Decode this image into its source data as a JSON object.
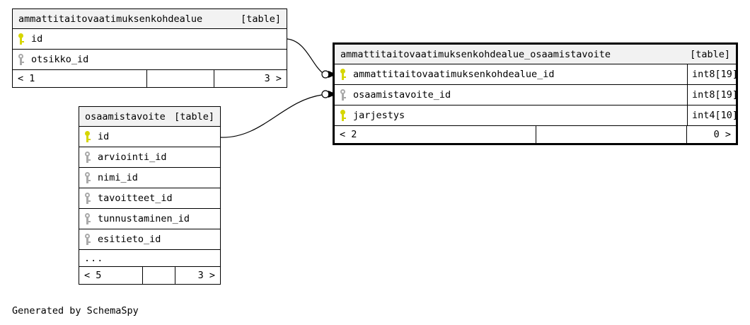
{
  "diagram": {
    "type": "entity-relationship",
    "footer_note": "Generated by SchemaSpy",
    "table_tag": "[table]",
    "ellipsis": "...",
    "colors": {
      "primary_key_icon": "#d6d600",
      "foreign_key_icon": "#a9a9a9",
      "header_background": "#f2f2f2",
      "border": "#000000",
      "background": "#ffffff"
    }
  },
  "tables": [
    {
      "id": "ammattitaitovaatimuksenkohdealue",
      "name": "ammattitaitovaatimuksenkohdealue",
      "tag": "[table]",
      "focused": false,
      "columns": [
        {
          "name": "id",
          "key": "primary",
          "type": ""
        },
        {
          "name": "otsikko_id",
          "key": "foreign",
          "type": ""
        }
      ],
      "footer": {
        "left": "< 1",
        "middle": "",
        "right": "3 >"
      }
    },
    {
      "id": "osaamistavoite",
      "name": "osaamistavoite",
      "tag": "[table]",
      "focused": false,
      "columns": [
        {
          "name": "id",
          "key": "primary",
          "type": ""
        },
        {
          "name": "arviointi_id",
          "key": "foreign",
          "type": ""
        },
        {
          "name": "nimi_id",
          "key": "foreign",
          "type": ""
        },
        {
          "name": "tavoitteet_id",
          "key": "foreign",
          "type": ""
        },
        {
          "name": "tunnustaminen_id",
          "key": "foreign",
          "type": ""
        },
        {
          "name": "esitieto_id",
          "key": "foreign",
          "type": ""
        }
      ],
      "more_indicator": "...",
      "footer": {
        "left": "< 5",
        "middle": "",
        "right": "3 >"
      }
    },
    {
      "id": "ammattitaitovaatimuksenkohdealue_osaamistavoite",
      "name": "ammattitaitovaatimuksenkohdealue_osaamistavoite",
      "tag": "[table]",
      "focused": true,
      "columns": [
        {
          "name": "ammattitaitovaatimuksenkohdealue_id",
          "key": "primary",
          "type": "int8[19]"
        },
        {
          "name": "osaamistavoite_id",
          "key": "foreign",
          "type": "int8[19]"
        },
        {
          "name": "jarjestys",
          "key": "primary",
          "type": "int4[10]"
        }
      ],
      "footer": {
        "left": "< 2",
        "middle": "",
        "right": "0 >"
      }
    }
  ],
  "relationships": [
    {
      "from_table": "ammattitaitovaatimuksenkohdealue",
      "from_column": "id",
      "to_table": "ammattitaitovaatimuksenkohdealue_osaamistavoite",
      "to_column": "ammattitaitovaatimuksenkohdealue_id",
      "end_marker": "crows-foot-zero-or-many"
    },
    {
      "from_table": "osaamistavoite",
      "from_column": "id",
      "to_table": "ammattitaitovaatimuksenkohdealue_osaamistavoite",
      "to_column": "osaamistavoite_id",
      "end_marker": "crows-foot-zero-or-many"
    }
  ]
}
